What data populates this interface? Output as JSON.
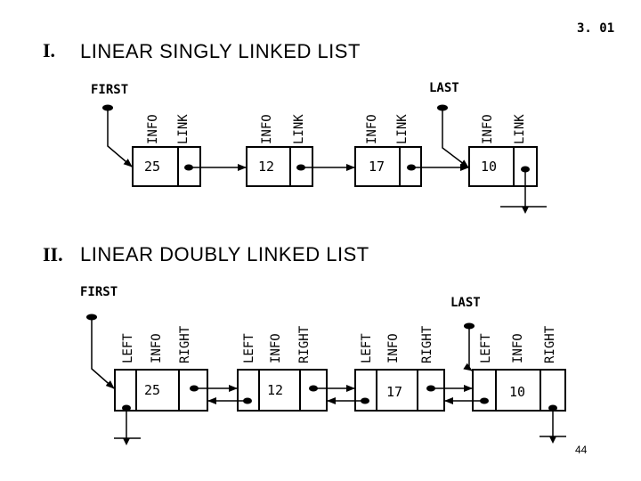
{
  "slide_number": "3. 01",
  "page_number": "44",
  "section1": {
    "numeral": "I.",
    "title": "LINEAR SINGLY LINKED LIST",
    "first_label": "FIRST",
    "last_label": "LAST",
    "field_labels": [
      "INFO",
      "LINK"
    ],
    "values": [
      "25",
      "12",
      "17",
      "10"
    ]
  },
  "section2": {
    "numeral": "II.",
    "title": "LINEAR DOUBLY LINKED LIST",
    "first_label": "FIRST",
    "last_label": "LAST",
    "field_labels": [
      "LEFT",
      "INFO",
      "RIGHT"
    ],
    "values": [
      "25",
      "12",
      "17",
      "10"
    ]
  }
}
